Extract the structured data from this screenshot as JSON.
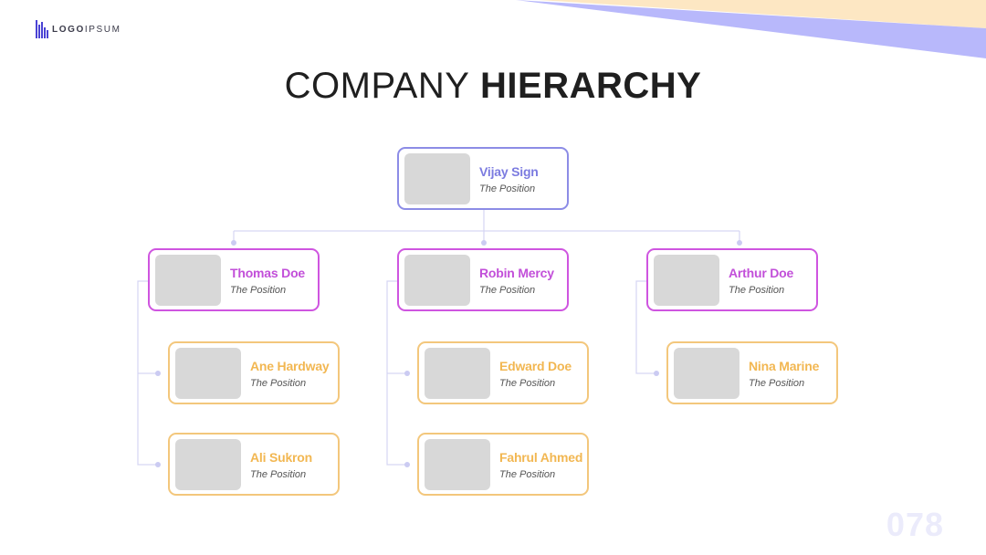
{
  "brand": {
    "logo_bold": "LOGO",
    "logo_light": "IPSUM",
    "accent": "#b8b8fb",
    "accent_warm": "#fde7c3"
  },
  "title": {
    "part1": "COMPANY",
    "part2": "HIERARCHY"
  },
  "page_number": "078",
  "nodes": {
    "ceo": {
      "name": "Vijay Sign",
      "position": "The Position"
    },
    "managers": [
      {
        "name": "Thomas Doe",
        "position": "The Position",
        "reports": [
          {
            "name": "Ane Hardway",
            "position": "The Position"
          },
          {
            "name": "Ali Sukron",
            "position": "The Position"
          }
        ]
      },
      {
        "name": "Robin Mercy",
        "position": "The Position",
        "reports": [
          {
            "name": "Edward Doe",
            "position": "The Position"
          },
          {
            "name": "Fahrul Ahmed",
            "position": "The Position"
          }
        ]
      },
      {
        "name": "Arthur Doe",
        "position": "The Position",
        "reports": [
          {
            "name": "Nina Marine",
            "position": "The Position"
          }
        ]
      }
    ]
  },
  "colors": {
    "top": "#8c8ce6",
    "mid": "#cf55e0",
    "low": "#f3c77c",
    "connector": "#d6d6f3"
  }
}
